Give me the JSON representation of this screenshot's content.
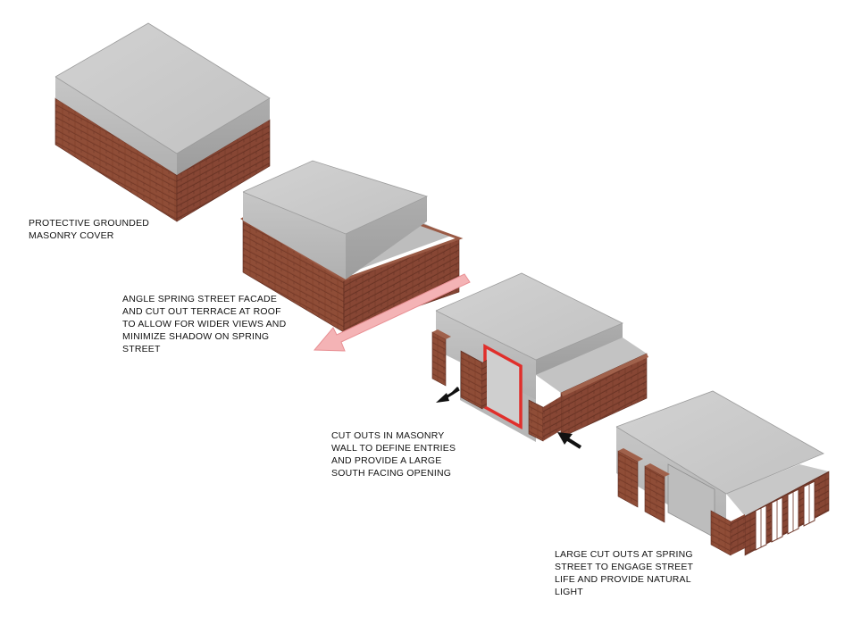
{
  "captions": [
    {
      "lines": [
        "PROTECTIVE GROUNDED",
        "MASONRY COVER"
      ]
    },
    {
      "lines": [
        "ANGLE SPRING STREET FACADE",
        "AND CUT OUT TERRACE AT ROOF",
        "TO ALLOW FOR WIDER VIEWS AND",
        "MINIMIZE SHADOW ON SPRING",
        "STREET"
      ]
    },
    {
      "lines": [
        "CUT OUTS IN MASONRY",
        "WALL TO DEFINE ENTRIES",
        "AND PROVIDE A LARGE",
        "SOUTH FACING OPENING"
      ]
    },
    {
      "lines": [
        "LARGE CUT OUTS AT SPRING",
        "STREET TO ENGAGE STREET",
        "LIFE AND PROVIDE NATURAL",
        "LIGHT"
      ]
    }
  ],
  "colors": {
    "brick": "#8a4a38",
    "brick_dark": "#6e3628",
    "glass_top": "#c9c9c9",
    "glass_side": "#b3b3b3",
    "arrow_pink": "#f2a3a6",
    "opening_red": "#e23a35"
  },
  "icons": [
    "direction-arrow-pink",
    "entry-arrow-black",
    "entry-arrow-black"
  ]
}
